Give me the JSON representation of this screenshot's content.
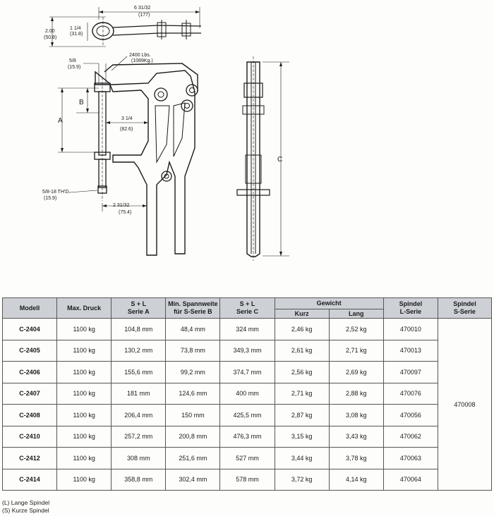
{
  "drawing": {
    "dimensions": {
      "top_length": "6 31/32",
      "top_length_metric": "(177)",
      "height_200": "2.00",
      "height_200_metric": "(50.8)",
      "width_1_1_4": "1 1/4",
      "width_1_1_4_metric": "(31.8)",
      "spindle_5_8": "5/8",
      "spindle_5_8_metric": "(15.9)",
      "force": "2400 Lbs.",
      "force_metric": "(1089Kg.)",
      "throat_3_1_4": "3 1/4",
      "throat_3_1_4_metric": "(82.6)",
      "thread": "5/8-18 TH'D.",
      "thread_metric": "(15.9)",
      "width_2_31_32": "2 31/32",
      "width_2_31_32_metric": "(75.4)",
      "label_a": "A",
      "label_b": "B",
      "label_c": "C"
    }
  },
  "table": {
    "headers": {
      "modell": "Modell",
      "max_druck": "Max. Druck",
      "sl_a_1": "S + L",
      "sl_a_2": "Serie A",
      "min_1": "Min. Spannweite",
      "min_2": "für S-Serie B",
      "sl_c_1": "S + L",
      "sl_c_2": "Serie C",
      "gewicht": "Gewicht",
      "kurz": "Kurz",
      "lang": "Lang",
      "spindel_l_1": "Spindel",
      "spindel_l_2": "L-Serie",
      "spindel_s_1": "Spindel",
      "spindel_s_2": "S-Serie"
    },
    "rows": [
      {
        "modell": "C-2404",
        "druck": "1100 kg",
        "a": "104,8 mm",
        "b": "48,4 mm",
        "c": "324 mm",
        "kurz": "2,46 kg",
        "lang": "2,52 kg",
        "spindel_l": "470010"
      },
      {
        "modell": "C-2405",
        "druck": "1100 kg",
        "a": "130,2 mm",
        "b": "73,8 mm",
        "c": "349,3 mm",
        "kurz": "2,61 kg",
        "lang": "2,71 kg",
        "spindel_l": "470013"
      },
      {
        "modell": "C-2406",
        "druck": "1100 kg",
        "a": "155,6 mm",
        "b": "99,2 mm",
        "c": "374,7 mm",
        "kurz": "2,56 kg",
        "lang": "2,69 kg",
        "spindel_l": "470097"
      },
      {
        "modell": "C-2407",
        "druck": "1100 kg",
        "a": "181 mm",
        "b": "124,6 mm",
        "c": "400 mm",
        "kurz": "2,71 kg",
        "lang": "2,88 kg",
        "spindel_l": "470076"
      },
      {
        "modell": "C-2408",
        "druck": "1100 kg",
        "a": "206,4 mm",
        "b": "150 mm",
        "c": "425,5 mm",
        "kurz": "2,87 kg",
        "lang": "3,08 kg",
        "spindel_l": "470056"
      },
      {
        "modell": "C-2410",
        "druck": "1100 kg",
        "a": "257,2 mm",
        "b": "200,8 mm",
        "c": "476,3 mm",
        "kurz": "3,15 kg",
        "lang": "3,43 kg",
        "spindel_l": "470062"
      },
      {
        "modell": "C-2412",
        "druck": "1100 kg",
        "a": "308 mm",
        "b": "251,6 mm",
        "c": "527 mm",
        "kurz": "3,44 kg",
        "lang": "3,78 kg",
        "spindel_l": "470063"
      },
      {
        "modell": "C-2414",
        "druck": "1100 kg",
        "a": "358,8 mm",
        "b": "302,4 mm",
        "c": "578 mm",
        "kurz": "3,72 kg",
        "lang": "4,14 kg",
        "spindel_l": "470064"
      }
    ],
    "spindel_s_shared": "470008"
  },
  "footnotes": {
    "l": "(L) Lange Spindel",
    "s": "(S) Kurze Spindel"
  }
}
